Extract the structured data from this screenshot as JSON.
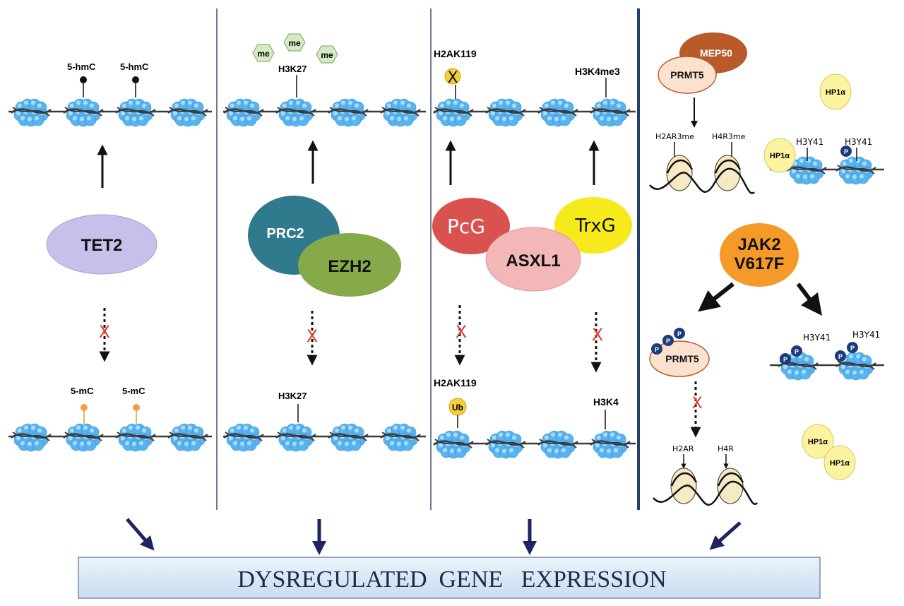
{
  "colors": {
    "nucleosome": "#58b4f0",
    "nucleosome_light": "#a8dcff",
    "dna": "#3a3a3a",
    "divider": "#23406b",
    "arrow_dark": "#1e2460",
    "tet2": "#c7c0ea",
    "prc2": "#2f7a8c",
    "ezh2": "#86a94a",
    "pcg": "#d9524f",
    "asxl1": "#f3b7b7",
    "trxg": "#f7ea1c",
    "jak2": "#f59a28",
    "mep50": "#b85a2a",
    "prmt5": "#fbe2cf",
    "hp1a": "#fbf3a0",
    "me_hex": "#d4eac2",
    "ub": "#f5cf3a",
    "mark_5mc": "#f0a040",
    "phospho": "#1d3a7a",
    "x_red": "#e03a2a",
    "banner_fill": "#d8e8f6",
    "banner_text": "#1f2a4a"
  },
  "panel1": {
    "top_marks": [
      "5-hmC",
      "5-hmC"
    ],
    "enzyme": "TET2",
    "bottom_marks": [
      "5-mC",
      "5-mC"
    ]
  },
  "panel2": {
    "me_labels": [
      "me",
      "me",
      "me"
    ],
    "top_mark": "H3K27",
    "complex": [
      "PRC2",
      "EZH2"
    ],
    "bottom_mark": "H3K27"
  },
  "panel3": {
    "top_left_mark": "H2AK119",
    "top_right_mark": "H3K4me3",
    "complex": [
      "PcG",
      "ASXL1",
      "TrxG"
    ],
    "bottom_left_mark": "H2AK119",
    "ub_label": "Ub",
    "bottom_right_mark": "H3K4"
  },
  "panel4": {
    "mep50": "MEP50",
    "prmt5": "PRMT5",
    "h2ar3me": "H2AR3me",
    "h4r3me": "H4R3me",
    "hp1a": "HP1α",
    "h3y41": "H3Y41",
    "phospho": "P",
    "jak2_line1": "JAK2",
    "jak2_line2": "V617F",
    "prmt5_p": "PRMT5",
    "h2ar": "H2AR",
    "h4r": "H4R"
  },
  "banner": {
    "text": "DYSREGULATED  GENE   EXPRESSION"
  }
}
